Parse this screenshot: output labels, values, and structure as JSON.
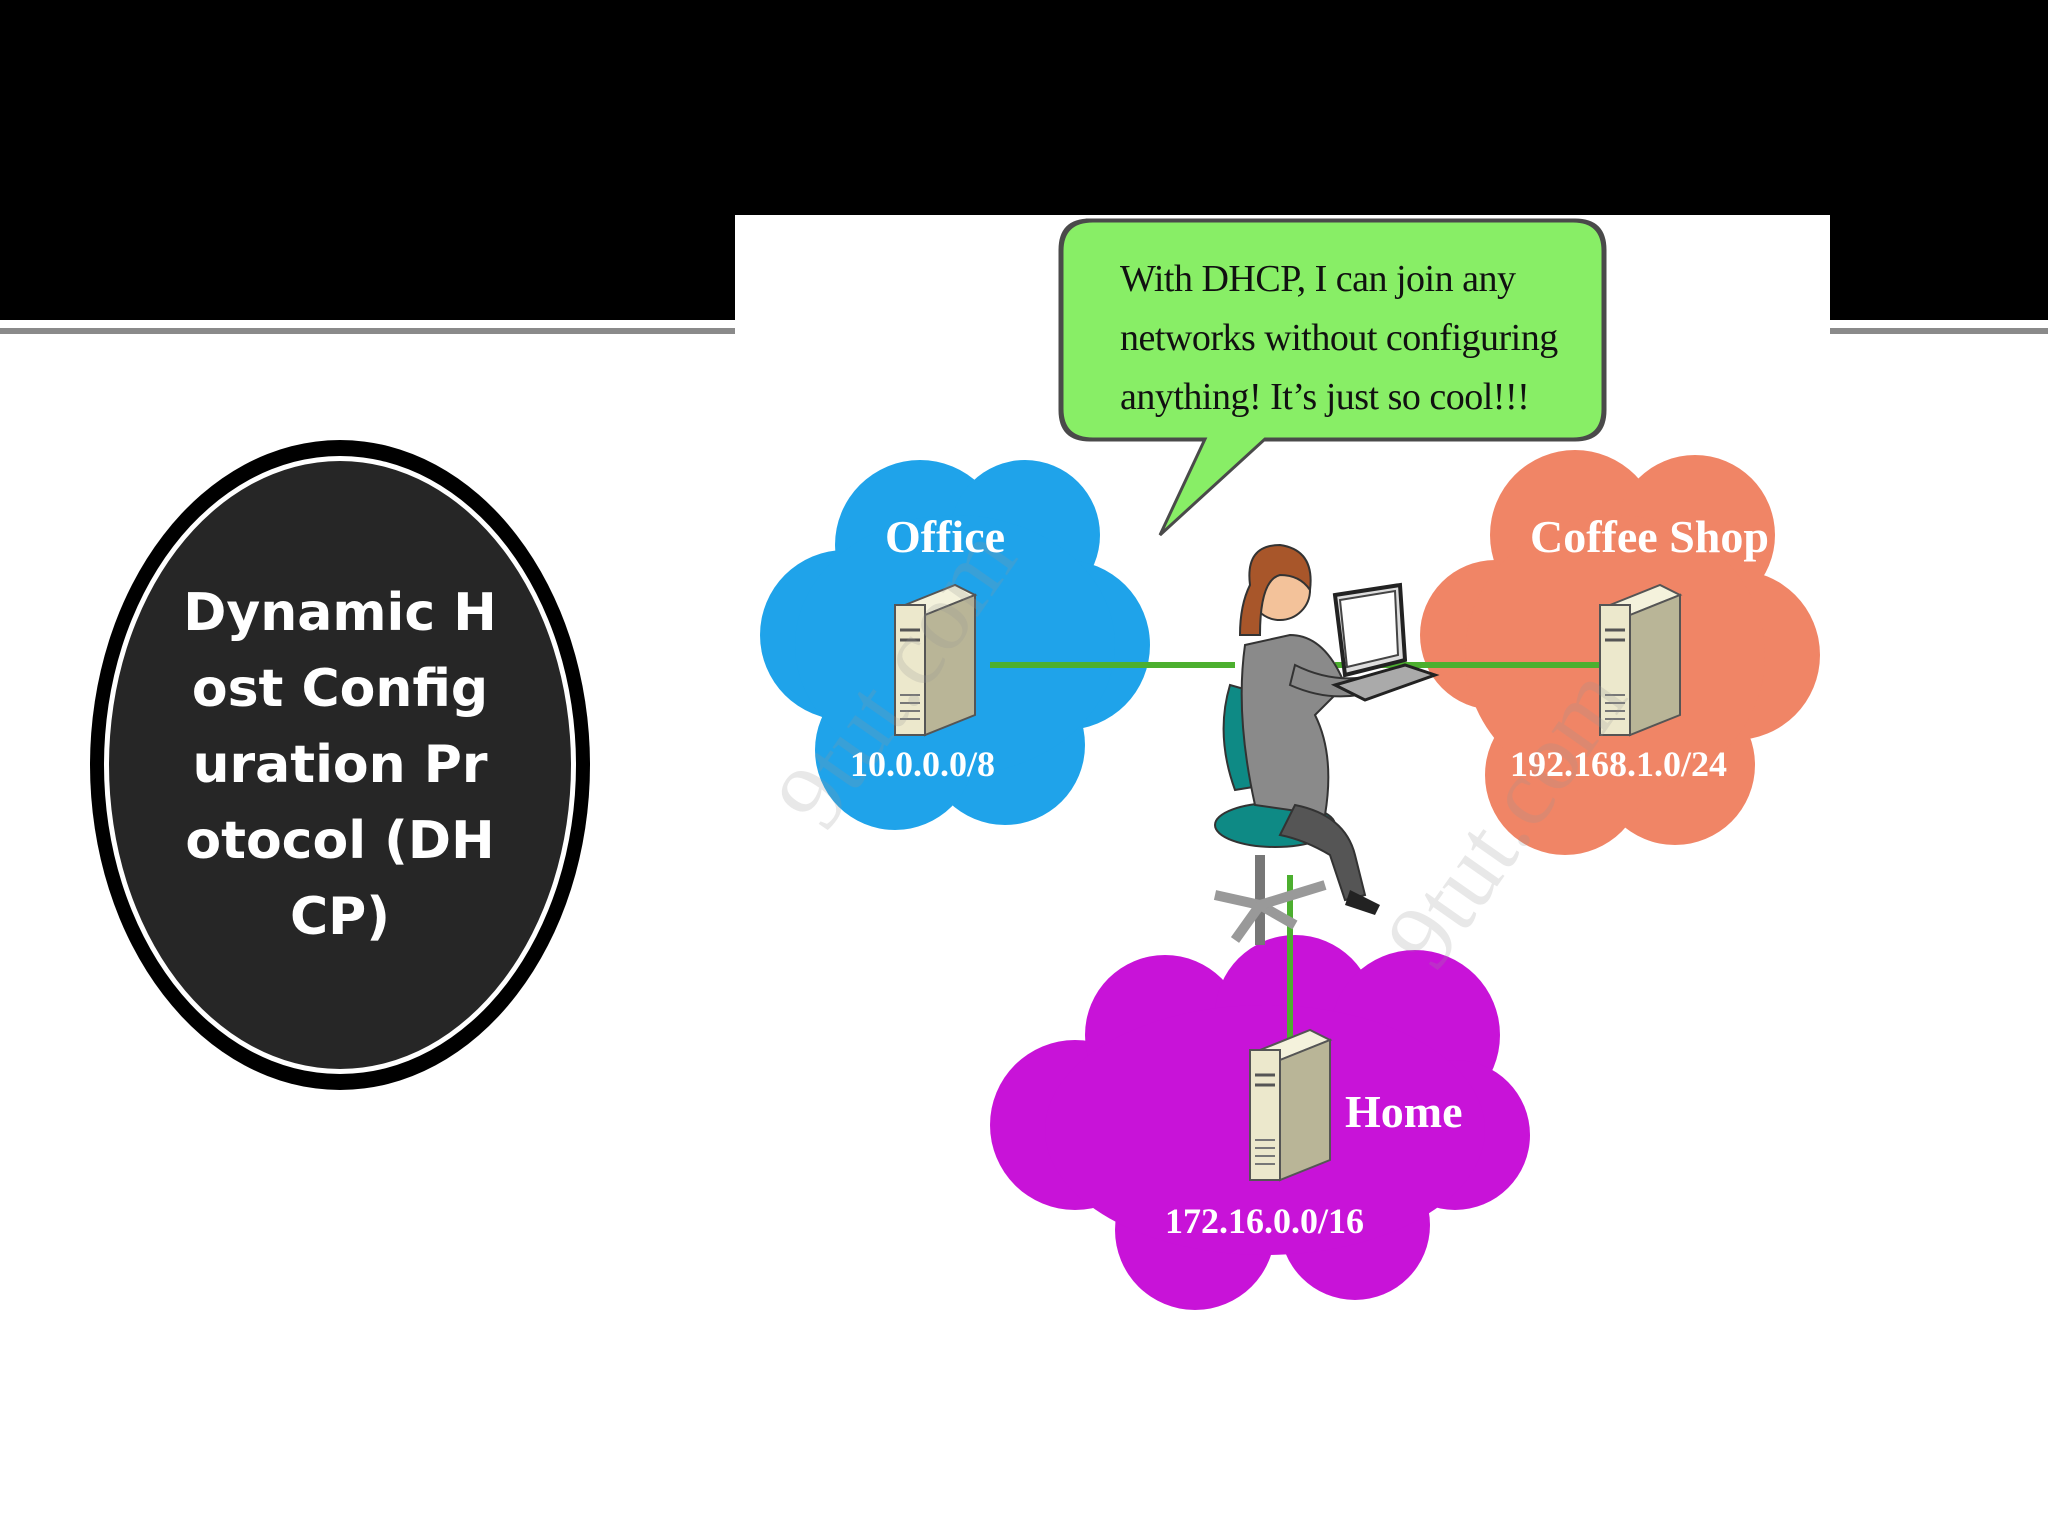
{
  "title": "Dynamic Host Configuration Protocol (DHCP)",
  "speech_bubble": "With DHCP, I can join any networks without configuring anything! It’s just so cool!!!",
  "networks": {
    "office": {
      "name": "Office",
      "subnet": "10.0.0.0/8",
      "color": "#1fa3ea"
    },
    "coffee_shop": {
      "name": "Coffee Shop",
      "subnet": "192.168.1.0/24",
      "color": "#f08566"
    },
    "home": {
      "name": "Home",
      "subnet": "172.16.0.0/16",
      "color": "#c813d8"
    }
  },
  "watermark": "9tut.com",
  "colors": {
    "bubble": "#88ee66",
    "link": "#4caf2f",
    "header": "#000000",
    "title_oval": "#262626"
  },
  "icons": [
    "server-icon",
    "user-with-laptop-icon"
  ]
}
